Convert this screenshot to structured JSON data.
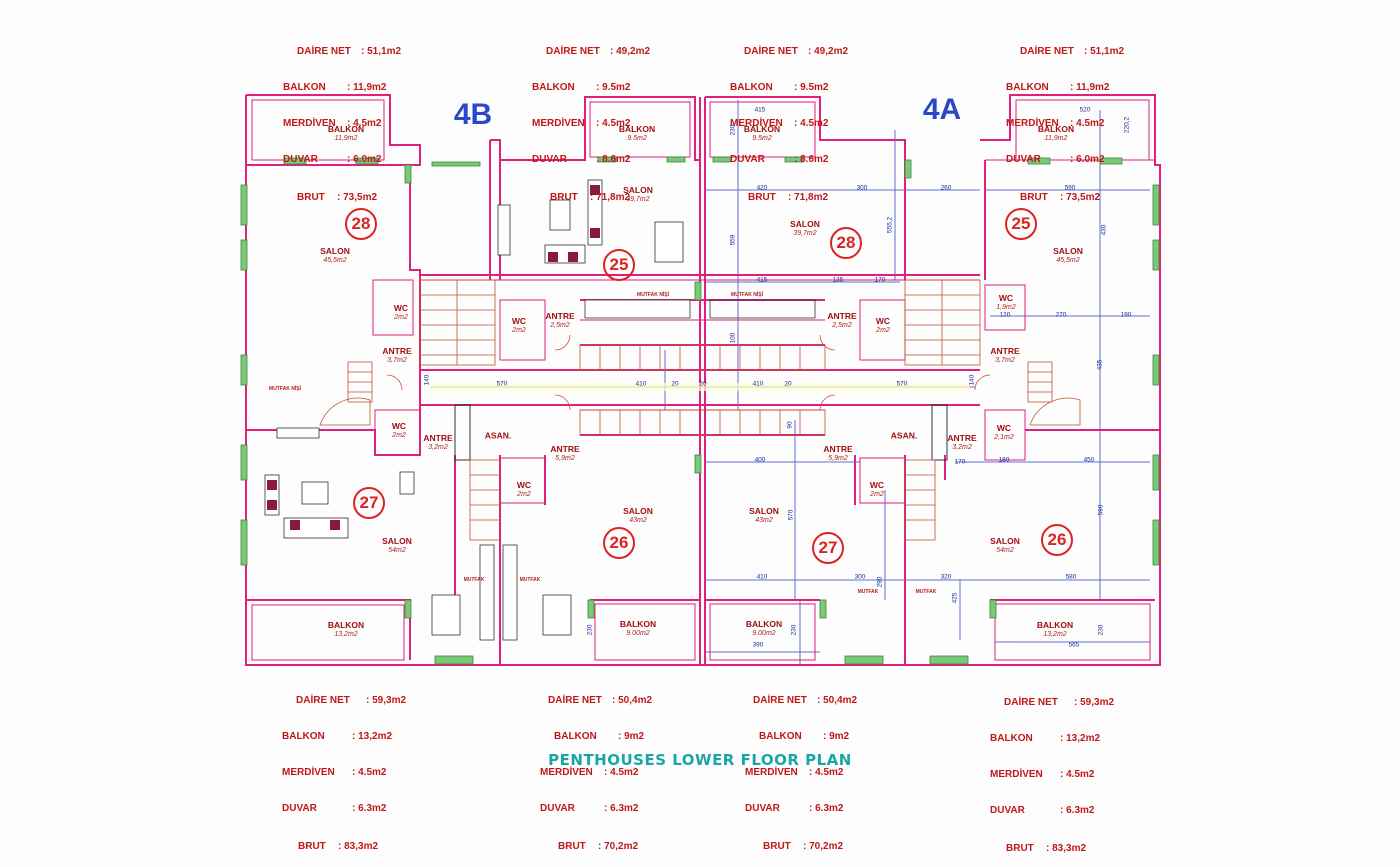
{
  "title": "PENTHOUSES LOWER FLOOR PLAN",
  "blocks": [
    "4B",
    "4A"
  ],
  "apartment_stats": {
    "top": [
      {
        "rows": [
          {
            "k": "DAİRE NET",
            "v": ": 51,1m2"
          },
          {
            "k": "BALKON",
            "v": ": 11,9m2"
          },
          {
            "k": "MERDİVEN",
            "v": ": 4.5m2"
          },
          {
            "k": "DUVAR",
            "v": ": 6.0m2"
          },
          {
            "k": "BRUT",
            "v": ": 73,5m2"
          }
        ]
      },
      {
        "rows": [
          {
            "k": "DAİRE NET",
            "v": ": 49,2m2"
          },
          {
            "k": "BALKON",
            "v": ": 9.5m2"
          },
          {
            "k": "MERDİVEN",
            "v": ": 4.5m2"
          },
          {
            "k": "DUVAR",
            "v": ": 8.6m2"
          },
          {
            "k": "BRUT",
            "v": ": 71,8m2"
          }
        ]
      },
      {
        "rows": [
          {
            "k": "DAİRE NET",
            "v": ": 49,2m2"
          },
          {
            "k": "BALKON",
            "v": ": 9.5m2"
          },
          {
            "k": "MERDİVEN",
            "v": ": 4.5m2"
          },
          {
            "k": "DUVAR",
            "v": ": 8.6m2"
          },
          {
            "k": "BRUT",
            "v": ": 71,8m2"
          }
        ]
      },
      {
        "rows": [
          {
            "k": "DAİRE NET",
            "v": ": 51,1m2"
          },
          {
            "k": "BALKON",
            "v": ": 11,9m2"
          },
          {
            "k": "MERDİVEN",
            "v": ": 4.5m2"
          },
          {
            "k": "DUVAR",
            "v": ": 6.0m2"
          },
          {
            "k": "BRUT",
            "v": ": 73,5m2"
          }
        ]
      }
    ],
    "bottom": [
      {
        "rows": [
          {
            "k": "DAİRE NET",
            "v": ": 59,3m2"
          },
          {
            "k": "BALKON",
            "v": ": 13,2m2"
          },
          {
            "k": "MERDİVEN",
            "v": ": 4.5m2"
          },
          {
            "k": "DUVAR",
            "v": ": 6.3m2"
          },
          {
            "k": "BRUT",
            "v": ": 83,3m2"
          }
        ]
      },
      {
        "rows": [
          {
            "k": "DAİRE NET",
            "v": ": 50,4m2"
          },
          {
            "k": "BALKON",
            "v": ": 9m2"
          },
          {
            "k": "MERDİVEN",
            "v": ": 4.5m2"
          },
          {
            "k": "DUVAR",
            "v": ": 6.3m2"
          },
          {
            "k": "BRUT",
            "v": ": 70,2m2"
          }
        ]
      },
      {
        "rows": [
          {
            "k": "DAİRE NET",
            "v": ": 50,4m2"
          },
          {
            "k": "BALKON",
            "v": ": 9m2"
          },
          {
            "k": "MERDİVEN",
            "v": ": 4.5m2"
          },
          {
            "k": "DUVAR",
            "v": ": 6.3m2"
          },
          {
            "k": "BRUT",
            "v": ": 70,2m2"
          }
        ]
      },
      {
        "rows": [
          {
            "k": "DAİRE NET",
            "v": ": 59,3m2"
          },
          {
            "k": "BALKON",
            "v": ": 13,2m2"
          },
          {
            "k": "MERDİVEN",
            "v": ": 4.5m2"
          },
          {
            "k": "DUVAR",
            "v": ": 6.3m2"
          },
          {
            "k": "BRUT",
            "v": ": 83,3m2"
          }
        ]
      }
    ]
  },
  "apartment_numbers": [
    "28",
    "25",
    "28",
    "25",
    "27",
    "26",
    "27",
    "26"
  ],
  "rooms": [
    {
      "name": "BALKON",
      "area": "11,9m2"
    },
    {
      "name": "BALKON",
      "area": "9.5m2"
    },
    {
      "name": "BALKON",
      "area": "9.5m2"
    },
    {
      "name": "BALKON",
      "area": "11,9m2"
    },
    {
      "name": "SALON",
      "area": "45,5m2"
    },
    {
      "name": "SALON",
      "area": "39,7m2"
    },
    {
      "name": "SALON",
      "area": "39,7m2"
    },
    {
      "name": "SALON",
      "area": "45,5m2"
    },
    {
      "name": "WC",
      "area": "2m2"
    },
    {
      "name": "WC",
      "area": "2m2"
    },
    {
      "name": "WC",
      "area": "2m2"
    },
    {
      "name": "WC",
      "area": "1,9m2"
    },
    {
      "name": "ANTRE",
      "area": "3,7m2"
    },
    {
      "name": "ANTRE",
      "area": "2,5m2"
    },
    {
      "name": "ANTRE",
      "area": "2,5m2"
    },
    {
      "name": "ANTRE",
      "area": "3,7m2"
    },
    {
      "name": "WC",
      "area": "2m2"
    },
    {
      "name": "ANTRE",
      "area": "3,2m2"
    },
    {
      "name": "ASAN.",
      "area": ""
    },
    {
      "name": "ANTRE",
      "area": "5,9m2"
    },
    {
      "name": "ANTRE",
      "area": "5,9m2"
    },
    {
      "name": "ASAN.",
      "area": ""
    },
    {
      "name": "ANTRE",
      "area": "3,2m2"
    },
    {
      "name": "WC",
      "area": "2,1m2"
    },
    {
      "name": "WC",
      "area": "2m2"
    },
    {
      "name": "WC",
      "area": "2m2"
    },
    {
      "name": "SALON",
      "area": "54m2"
    },
    {
      "name": "SALON",
      "area": "43m2"
    },
    {
      "name": "SALON",
      "area": "43m2"
    },
    {
      "name": "SALON",
      "area": "54m2"
    },
    {
      "name": "BALKON",
      "area": "13,2m2"
    },
    {
      "name": "BALKON",
      "area": "9.00m2"
    },
    {
      "name": "BALKON",
      "area": "9.00m2"
    },
    {
      "name": "BALKON",
      "area": "13,2m2"
    }
  ],
  "small_labels": [
    "MUTFAK NİŞİ",
    "MUTFAK NİŞİ",
    "MUTFAK NİŞİ",
    "MUTFAK",
    "MUTFAK",
    "MUTFAK",
    "MUTFAK"
  ],
  "dimensions": [
    "415",
    "420",
    "300",
    "415",
    "135",
    "170",
    "555,2",
    "559",
    "520",
    "590",
    "430",
    "230",
    "220,2",
    "260",
    "190",
    "270",
    "120",
    "100",
    "435",
    "140",
    "570",
    "410",
    "20",
    "20",
    "410",
    "20",
    "570",
    "140",
    "400",
    "450",
    "180",
    "170",
    "570",
    "590",
    "410",
    "300",
    "320",
    "580",
    "425",
    "230",
    "390",
    "230",
    "565",
    "230",
    "290",
    "90"
  ],
  "colors": {
    "wall": "#e0207a",
    "stat_text": "#c01818",
    "block_label": "#2a48c8",
    "dimension": "#1a2a9a",
    "apartment_number": "#dd2222",
    "title": "#1aa6a6"
  }
}
